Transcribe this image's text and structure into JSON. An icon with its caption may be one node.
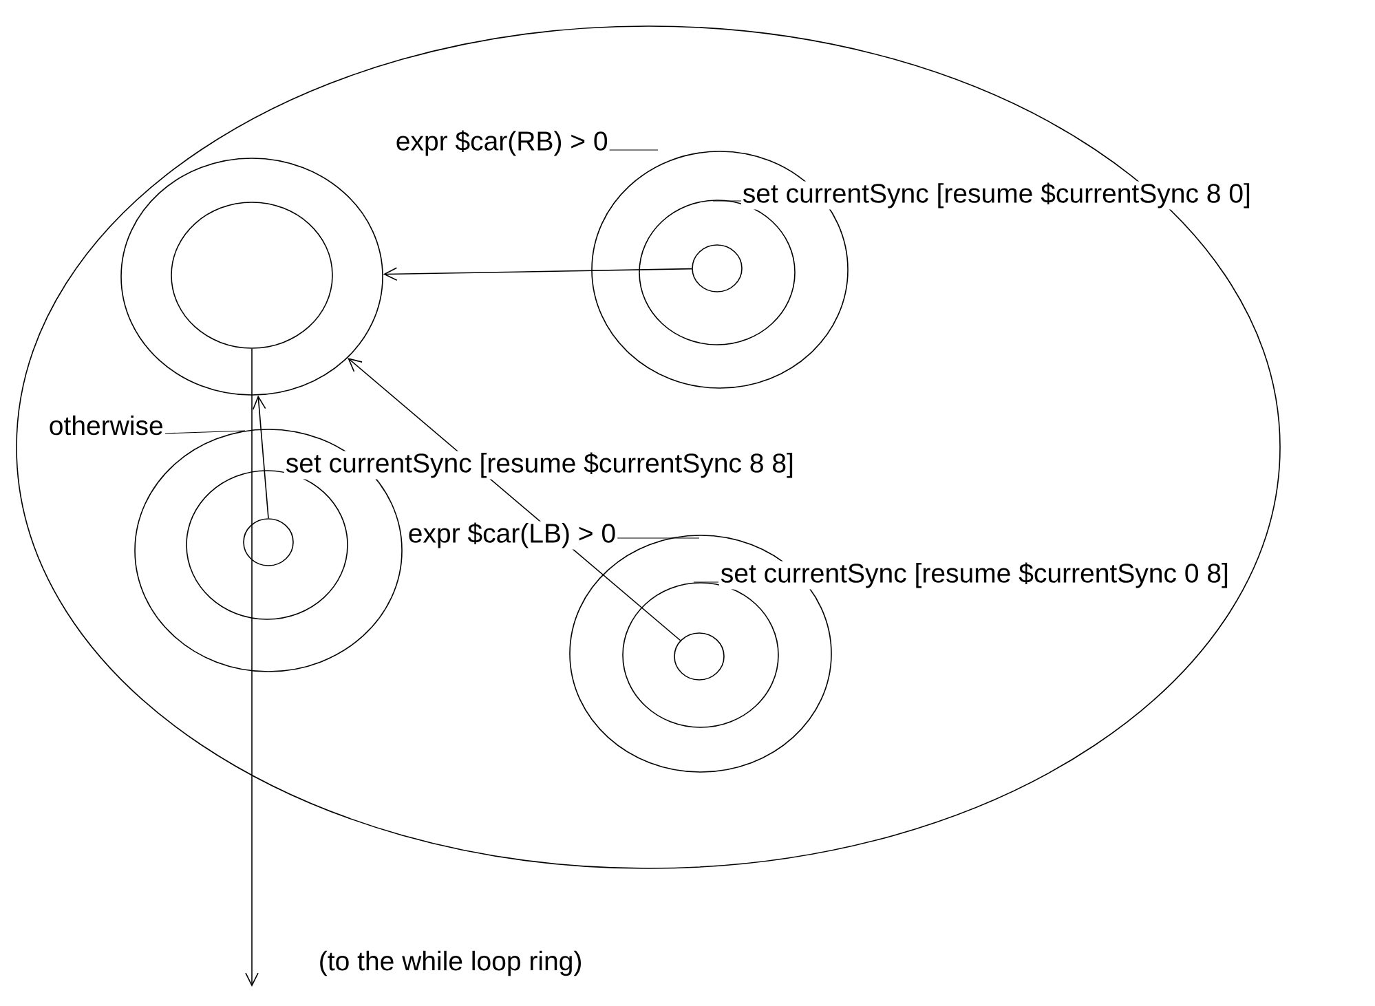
{
  "diagram": {
    "nodes": [
      {
        "text": [],
        "shape": "circle"
      },
      {
        "text": [],
        "shape": "circle",
        "in": 0
      },
      {
        "text": [],
        "shape": "circle",
        "in": 1
      },
      {
        "text": [],
        "shape": "circle",
        "in": 0,
        "beside": [
          "expr $car(RB) > 0"
        ]
      },
      {
        "text": [],
        "shape": "circle",
        "in": 3,
        "beside": [
          "set currentSync [resume $currentSync 8 0]"
        ]
      },
      {
        "text": [],
        "shape": "circle",
        "in": 4
      },
      {
        "text": [],
        "shape": "circle",
        "in": 0,
        "beside": [
          "otherwise"
        ]
      },
      {
        "text": [],
        "shape": "circle",
        "in": 6,
        "beside": [
          "set currentSync [resume $currentSync 8 8]"
        ]
      },
      {
        "text": [],
        "shape": "circle",
        "in": 7
      },
      {
        "text": [],
        "shape": "circle",
        "in": 0,
        "beside": [
          "expr $car(LB) > 0"
        ]
      },
      {
        "text": [],
        "shape": "circle",
        "in": 9,
        "beside": [
          "set currentSync [resume $currentSync 0 8]"
        ]
      },
      {
        "text": [],
        "shape": "circle",
        "in": 10
      }
    ],
    "edges": [
      {
        "from": 5,
        "to": 1,
        "arrow": "to"
      },
      {
        "from": 11,
        "to": 1,
        "arrow": "to"
      },
      {
        "from": 8,
        "to": 1,
        "arrow": "to"
      },
      {
        "from": 2,
        "to": null,
        "arrow": "to"
      }
    ],
    "labels": [
      "(to the while loop ring)"
    ]
  }
}
